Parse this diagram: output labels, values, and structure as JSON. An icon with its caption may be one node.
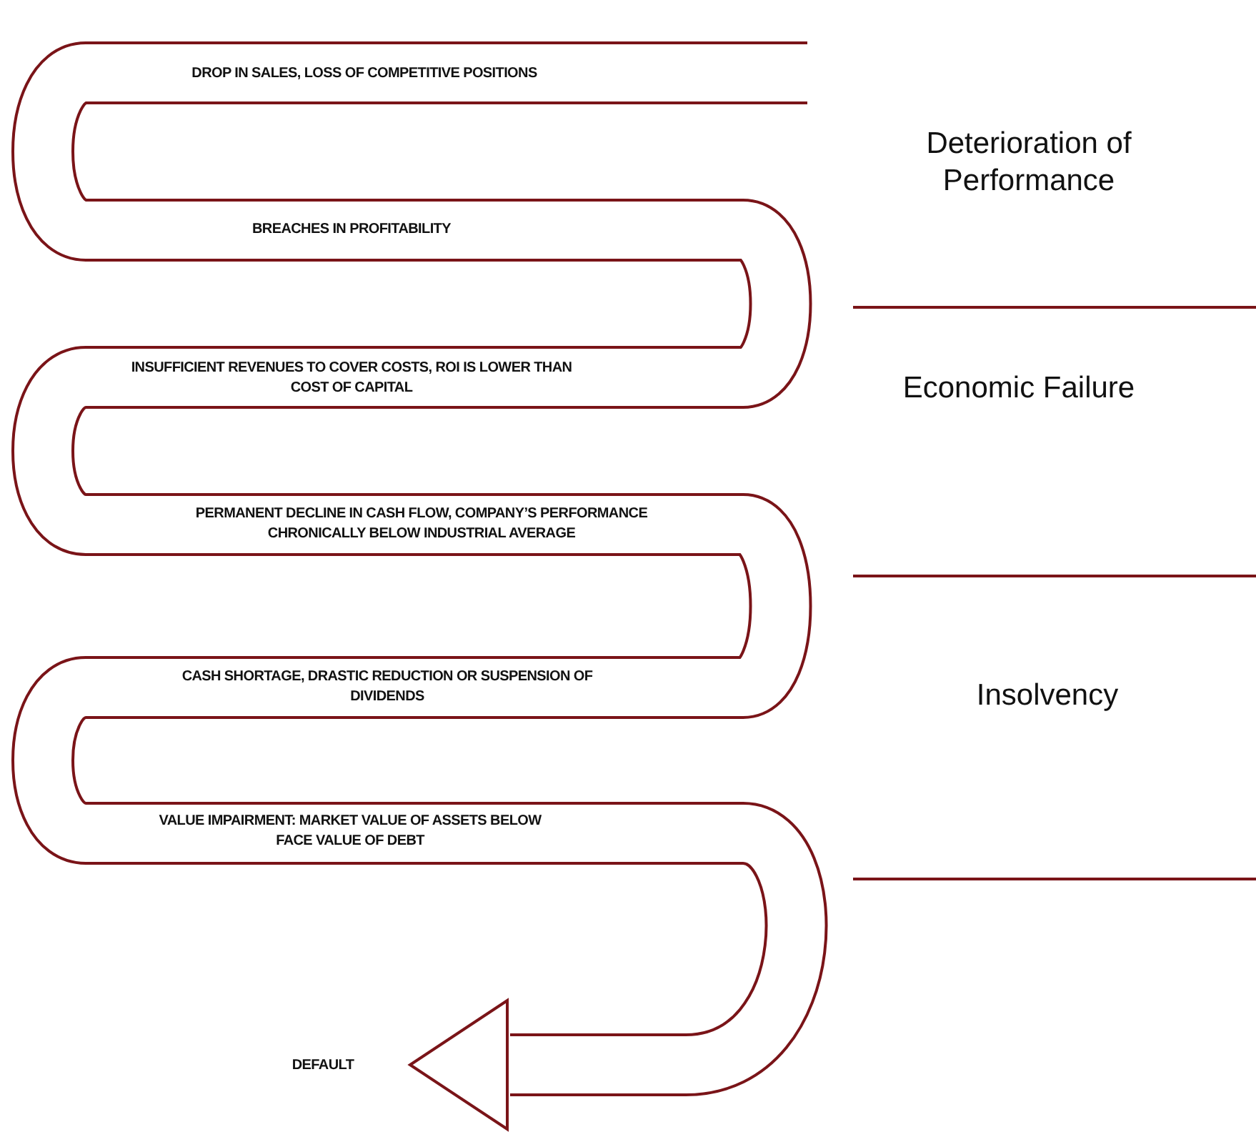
{
  "diagram": {
    "labels": [
      "DROP IN SALES, LOSS OF COMPETITIVE POSITIONS",
      "Deterioration of Performance",
      "BREACHES IN PROFITABILITY",
      "INSUFFICIENT REVENUES TO COVER COSTS, ROI IS LOWER THAN COST OF CAPITAL",
      "Economic Failure",
      "PERMANENT DECLINE IN CASH FLOW, COMPANY’S PERFORMANCE CHRONICALLY BELOW INDUSTRIAL AVERAGE",
      "CASH SHORTAGE, DRASTIC REDUCTION OR SUSPENSION OF DIVIDENDS",
      "Insolvency",
      "VALUE IMPAIRMENT: MARKET VALUE OF ASSETS BELOW FACE VALUE OF DEBT",
      "DEFAULT"
    ]
  }
}
